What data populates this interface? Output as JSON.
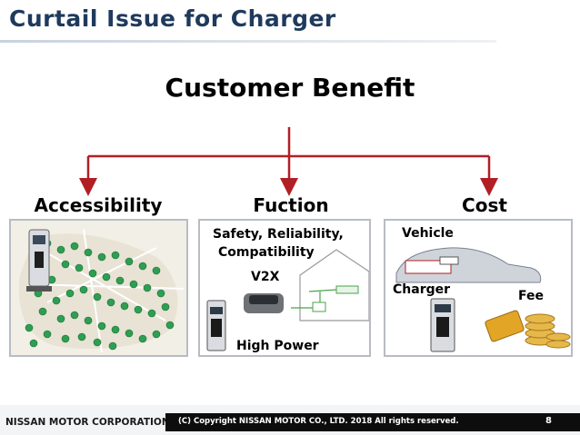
{
  "slide": {
    "title": "Curtail Issue for Charger",
    "heading": "Customer Benefit"
  },
  "columns": [
    {
      "label": "Accessibility"
    },
    {
      "label": "Fuction"
    },
    {
      "label": "Cost"
    }
  ],
  "function_panel": {
    "line1": "Safety, Reliability,",
    "line2": "Compatibility",
    "v2x": "V2X",
    "power": "High Power"
  },
  "cost_panel": {
    "vehicle": "Vehicle",
    "charger": "Charger",
    "fee": "Fee"
  },
  "footer": {
    "company": "NISSAN MOTOR CORPORATION",
    "copyright": "(C) Copyright NISSAN MOTOR CO., LTD. 2018 All rights reserved.",
    "page": "8"
  },
  "colors": {
    "title": "#1f3a5c",
    "arrow": "#b01f24",
    "panel_border": "#b8bcc2",
    "map_marker": "#2e9e52"
  },
  "icons": [
    "charger-station-icon",
    "map-marker-icon",
    "house-icon",
    "electric-car-icon",
    "coins-icon",
    "card-icon"
  ]
}
